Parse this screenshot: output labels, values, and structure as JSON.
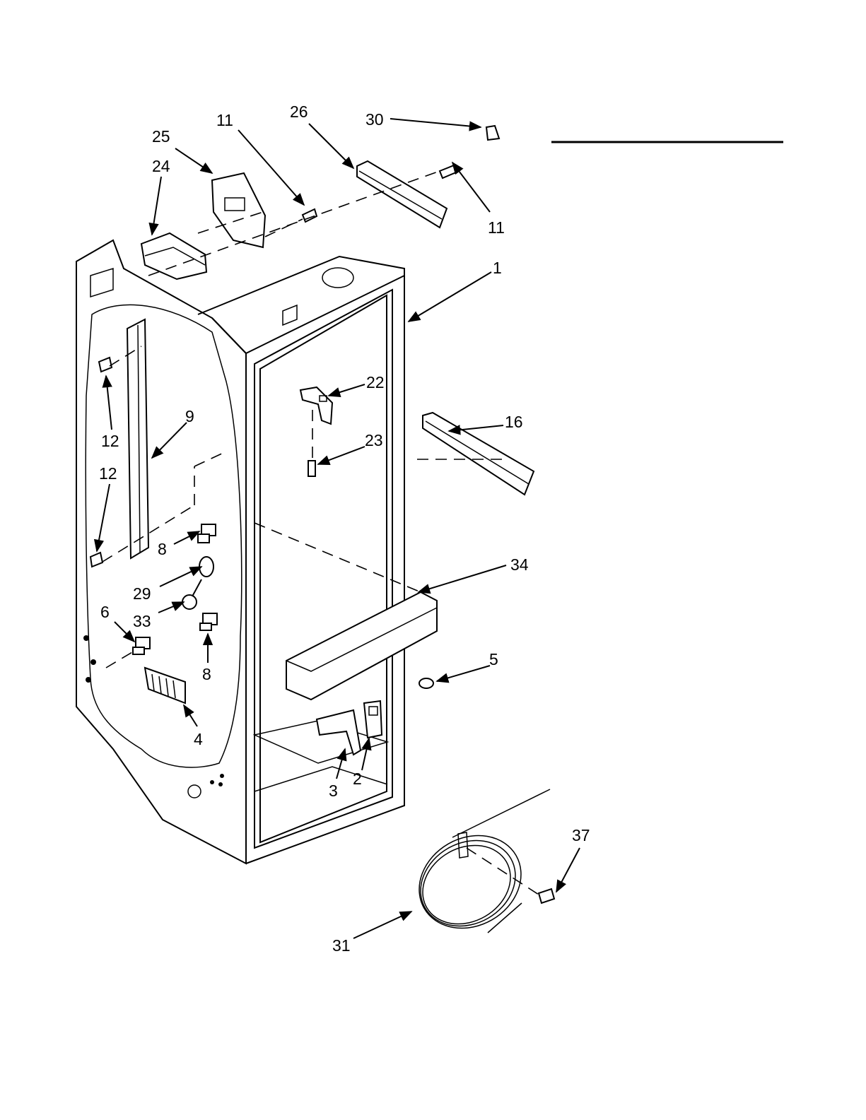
{
  "callouts": {
    "c1": "1",
    "c2": "2",
    "c3": "3",
    "c4": "4",
    "c5": "5",
    "c6": "6",
    "c8a": "8",
    "c8b": "8",
    "c9": "9",
    "c11a": "11",
    "c11b": "11",
    "c12a": "12",
    "c12b": "12",
    "c16": "16",
    "c22": "22",
    "c23": "23",
    "c24": "24",
    "c25": "25",
    "c26": "26",
    "c29": "29",
    "c30": "30",
    "c31": "31",
    "c33": "33",
    "c34": "34",
    "c37": "37"
  },
  "colors": {
    "line": "#000000",
    "background": "#ffffff"
  }
}
